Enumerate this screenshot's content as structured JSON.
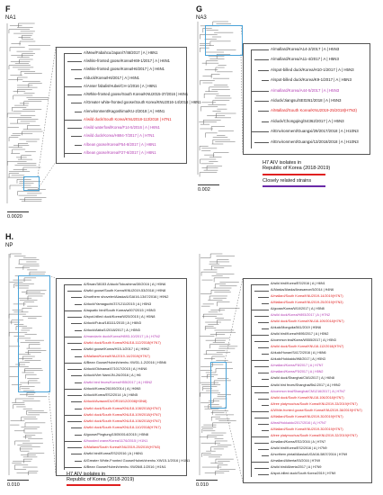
{
  "colors": {
    "red": "#e02020",
    "magenta": "#b23ab2",
    "black": "#222222",
    "blue_box": "#4aa3d8"
  },
  "panels": {
    "F": {
      "letter": "F",
      "gene": "NA1",
      "scale": "0.0020",
      "strains": [
        {
          "text": "A/Mew/Fabahcu/Japan/7/46/2017 | A | H6N1",
          "c": "black"
        },
        {
          "text": "A/white-fronted goose/Korea/H69-1/2017 | A | H6N1",
          "c": "black"
        },
        {
          "text": "A/white-fronted goose/Korea/H6/2017 | A | H6N1",
          "c": "black"
        },
        {
          "text": "A/duck/Korea/H6/2017 | A | H6N1",
          "c": "black"
        },
        {
          "text": "A/Anser fabalis/Hubei/CH-1/2016 | A | H6N1",
          "c": "black"
        },
        {
          "text": "A/White-fronted goose/South Korea/KNU2015-37/2016 | H6N1",
          "c": "black"
        },
        {
          "text": "A/Greater white-fronted goose/South Korea/KNU2016-14/2016 | H6N1",
          "c": "black"
        },
        {
          "text": "A/environment/Kagoshima/KU-2/2018 | A | H6N1",
          "c": "black"
        },
        {
          "text": "A/wild duck/South Korea/KNU2018-113/2018 | H7N1",
          "c": "red"
        },
        {
          "text": "A/wild waterfowl/Korea/F14-5/2016 | A | H6N1",
          "c": "magenta"
        },
        {
          "text": "A/wild duck/Korea/H694-7/2017 | A | H7N1",
          "c": "magenta"
        },
        {
          "text": "A/bean goose/Korea/F54-8/2017 | A | H6N1",
          "c": "magenta"
        },
        {
          "text": "A/bean goose/Korea/F27-6/2017 | A | H6N1",
          "c": "magenta"
        }
      ]
    },
    "G": {
      "letter": "G",
      "gene": "NA3",
      "scale": "0.002",
      "strains": [
        {
          "text": "A/mallard/Korea/A14-2/2017 | A | H5N3",
          "c": "black"
        },
        {
          "text": "A/mallard/Korea/A11-4/2017 | A | H5N3",
          "c": "black"
        },
        {
          "text": "A/spot-billed duck/Korea/H10-1/2017 | A | H5N3",
          "c": "black"
        },
        {
          "text": "A/spot-billed duck/Korea/K9-1/2017 | A | H5N3",
          "c": "black"
        },
        {
          "text": "A/mallard/Korea/A44-5/2017 | A | H5N3",
          "c": "magenta"
        },
        {
          "text": "A/duck/Jiangsu/SE0261/2018 | A | H5N3",
          "c": "black"
        },
        {
          "text": "A/Mallard/South Korea/KNU2019-25/2018(H7N3)",
          "c": "red"
        },
        {
          "text": "A/duck/Chongqing/S4362/2017 | A | H5N3",
          "c": "black"
        },
        {
          "text": "A/Environment/Guangxi/29/2017/2018 | A | H10N3",
          "c": "black"
        },
        {
          "text": "A/Environment/Guangxi/13/2018/2018 | A | H10N3",
          "c": "black"
        }
      ]
    },
    "H": {
      "letter": "H.",
      "gene": "NP",
      "scale": "0.010",
      "strains": [
        {
          "text": "A/Swan/38153 A/duck/Tokushima/30/2016 | A | H5N6",
          "c": "black"
        },
        {
          "text": "A/wild goose/South Korea/KNU2019-53/2018 | H9N8",
          "c": "black"
        },
        {
          "text": "A/northern shoveler/Alaska/UGAI16-1347/2016 | H9N2",
          "c": "black"
        },
        {
          "text": "A/duck/Yamaguchi/37/1211/2015 | A | H5N3",
          "c": "black"
        },
        {
          "text": "A/aquatic bird/South Korea/w007/2015 | H5N3",
          "c": "black"
        },
        {
          "text": "A/spot-billed duck/Korea/W20/2015 | A | H5N8",
          "c": "black"
        },
        {
          "text": "A/duck/Fukui/181111/2015 | A | H6N3",
          "c": "black"
        },
        {
          "text": "A/duck/Akita/1/2018/2017 | A | H5N3",
          "c": "black"
        },
        {
          "text": "A/mandarin duck/Korea/H893-10/2017 | A | H7N2",
          "c": "magenta"
        },
        {
          "text": "A/wild duck/South Korea/KNU18-112/2018(H7N7)",
          "c": "red"
        },
        {
          "text": "A/wild goose/Korea/H15-1/2017 | A | H9N2",
          "c": "black"
        },
        {
          "text": "A/Mallard/Korea/KNU2019-14/2019(H7N7)",
          "c": "red"
        },
        {
          "text": "A/Bean Goose/Hubei/chenhu XW31-1-2/2016 | H5N6",
          "c": "black"
        },
        {
          "text": "A/duck/Okinawa/471017/2015 | A | H4N6",
          "c": "black"
        },
        {
          "text": "A/duck/Viet Nam/JN-26/2016 | A | H6",
          "c": "black"
        },
        {
          "text": "A/wild bird feces/Korea/H55/2017 | A | H5N2",
          "c": "magenta"
        },
        {
          "text": "A/duck/Korea/26100/2014 | A | H6N5",
          "c": "black"
        },
        {
          "text": "A/duck/Korea/ES2/2014 | A | H6N5",
          "c": "black"
        },
        {
          "text": "A/duck/Avasan/DUOR16/12/2008(H3N8)",
          "c": "red"
        },
        {
          "text": "A/wild duck/South Korea/KNU18-108/2018(H7N7)",
          "c": "red"
        },
        {
          "text": "A/wild duck/South Korea/KNU18-109/2018(H7N7)",
          "c": "red"
        },
        {
          "text": "A/wild duck/South Korea/KNU18-106/2018(H7N7)",
          "c": "red"
        },
        {
          "text": "A/wild duck/South Korea/KNU18-110/2018(H7N7)",
          "c": "red"
        },
        {
          "text": "A/goose/Pingtung/15050014/2015 | H5N8",
          "c": "black"
        },
        {
          "text": "A/hooded crane/Korea/1176/2015 | H1N1",
          "c": "magenta"
        },
        {
          "text": "A/Mallard/South Korea/KNU2019-25/2019(H7N3)",
          "c": "red"
        },
        {
          "text": "A/wild bird/Korea/ES2/2016 | A | H6N1",
          "c": "black"
        },
        {
          "text": "A/Greater White-Fronted Goose/Hubei/chenhu XW15-1/2016 | H1N1",
          "c": "black"
        },
        {
          "text": "A/Bean Goose/Hubei/chenhu XW26/8-1/2016 | H1N1",
          "c": "black"
        }
      ]
    },
    "I": {
      "scale": "0.010",
      "strains": [
        {
          "text": "A/wild bird/Korea/ES/2016 | A | H6N1",
          "c": "black"
        },
        {
          "text": "A/Alaska/Alaska/Anasamon/5/2014 | H4N6",
          "c": "black"
        },
        {
          "text": "A/mallard/South Korea/KNU2019-14/2019(H7N7)",
          "c": "red"
        },
        {
          "text": "A/Mallard/South Korea/KNU2019-25/2019(H7N3)",
          "c": "red"
        },
        {
          "text": "A/goose/Korea/W10/2017 | A | H5N8",
          "c": "black"
        },
        {
          "text": "A/wild duck/Korea/H893/2017 | A | H7N2",
          "c": "magenta"
        },
        {
          "text": "A/wild duck/South Korea/KNU18-109/2018(H7N7)",
          "c": "red"
        },
        {
          "text": "A/duck/Mongolia/561/2019 | H5N6",
          "c": "black"
        },
        {
          "text": "A/wild bird/Korea/H895/2017 | A | H5N2",
          "c": "black"
        },
        {
          "text": "A/common teal/Korea/W555/2017 | A | H5N3",
          "c": "black"
        },
        {
          "text": "A/wild duck/South Korea/KNU18-112/2018(H7N7)",
          "c": "red"
        },
        {
          "text": "A/duck/Hunan/S4172/2016 | A | H6N6",
          "c": "black"
        },
        {
          "text": "A/duck/Hokkaido/W8/2017 | A | H5N3",
          "c": "black"
        },
        {
          "text": "A/mallard/Korea/F8/2017 | A | H7N7",
          "c": "magenta"
        },
        {
          "text": "A/mallard/Korea/F5/2017 | A | H5N2",
          "c": "magenta"
        },
        {
          "text": "A/wild duck/Shanghai/CM1/2017 | A | H6N8",
          "c": "black"
        },
        {
          "text": "A/wild bird feces/Shanghai/Bs1/2017 | A | H9N2",
          "c": "black"
        },
        {
          "text": "A/common teal/Shanghai/CM1216/2017 | A | H7N7",
          "c": "magenta"
        },
        {
          "text": "A/wild duck/South Korea/KNU18-106/2018(H7N7)",
          "c": "red"
        },
        {
          "text": "A/tree platymochus/South Korea/KNU2019-33/2019(H7N7)",
          "c": "red"
        },
        {
          "text": "A/White-fronted goose/South Korea/KNU2019-38/2019(H7N7)",
          "c": "red"
        },
        {
          "text": "A/Mallard/South Korea/KNU2019-30/2019(H7N7)",
          "c": "red"
        },
        {
          "text": "A/teal/Hokkaido/2017/2016 | A | H7N7",
          "c": "magenta"
        },
        {
          "text": "A/Mallard/South Korea/KNU2019-30/2019(H7N7)",
          "c": "red"
        },
        {
          "text": "A/tree platymochus/South Korea/KNU2019-32/2019(H7N7)",
          "c": "red"
        },
        {
          "text": "A/mallard/Korea/ES2/2016 | A | H7N7",
          "c": "black"
        },
        {
          "text": "A/wild bird/Korea/ES2/2016 | A | H7N9",
          "c": "black"
        },
        {
          "text": "A/northern pintail/Alaska/UGAI16-5807/2016 | H7N9",
          "c": "black"
        },
        {
          "text": "A/mallard/Alberta/93/2016 | H7N9",
          "c": "black"
        },
        {
          "text": "A/wild bird/Alberta/2017 | A | H7N9",
          "c": "black"
        },
        {
          "text": "A/spot-billed duck/South Korea/2019 | H7N9",
          "c": "black"
        }
      ]
    }
  },
  "legend": {
    "line1": "H7 AIV isolates in",
    "line2": "Republic of Korea (2018-2019)",
    "line3": "Closely related strains"
  }
}
